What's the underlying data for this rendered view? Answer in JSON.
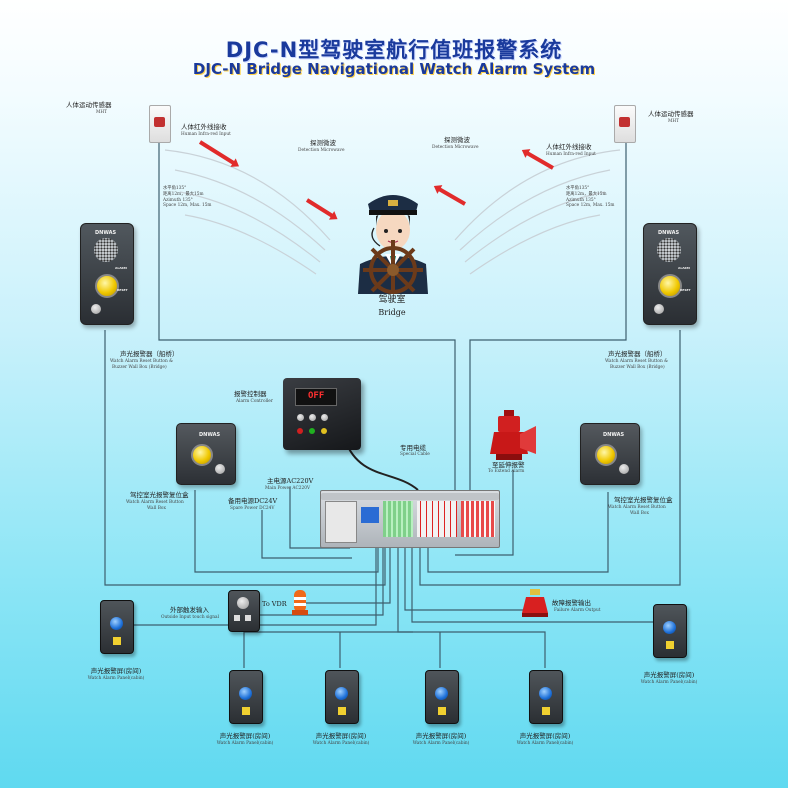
{
  "header": {
    "title_cn": "DJC-N型驾驶室航行值班报警系统",
    "title_en": "DJC-N Bridge Navigational Watch Alarm System"
  },
  "sensors": {
    "left_cn": "人体运动传感器",
    "left_en": "MHT",
    "right_cn": "人体运动传感器",
    "right_en": "MHT"
  },
  "infrared": {
    "left_cn": "人体红外线接收",
    "left_en": "Human Infra-red Input",
    "right_cn": "人体红外线接收",
    "right_en": "Human Infra-red Input"
  },
  "microwave": {
    "left_cn": "探测微波",
    "left_en": "Detection Microwave",
    "right_cn": "探测微波",
    "right_en": "Detection Microwave"
  },
  "spec_left": [
    "水平角135°",
    "距离12m，最大15m",
    "Azimuth 135°",
    "Space 12m, Max. 15m"
  ],
  "spec_right": [
    "水平角135°",
    "距离12m，最大15m",
    "Azimuth 135°",
    "Space 12m, Max. 15m"
  ],
  "bridge": {
    "cn": "驾驶室",
    "en": "Bridge"
  },
  "wall_box": {
    "left_cn": "声光报警器（船桥）",
    "left_en1": "Watch Alarm Reset Button &",
    "left_en2": "Buzzer Wall Box (Bridge)",
    "right_cn": "声光报警器（船桥）",
    "right_en1": "Watch Alarm Reset Button &",
    "right_en2": "Buzzer Wall Box (Bridge)",
    "brand": "DNWAS",
    "alarm_label": "ALARM",
    "reset_label": "RESET"
  },
  "controller": {
    "cn": "报警控制器",
    "en": "Alarm Controller",
    "display": "OFF"
  },
  "cable": {
    "cn": "专用电缆",
    "en": "Special Cable"
  },
  "reset_box": {
    "left_cn": "驾控室光报警复位盒",
    "left_en1": "Watch Alarm Reset Button",
    "left_en2": "Wall Box",
    "right_cn": "驾控室光报警复位盒",
    "right_en1": "Watch Alarm Reset Button",
    "right_en2": "Wall Box",
    "brand": "DNWAS"
  },
  "extend": {
    "cn": "至延伸报警",
    "en": "To Extend Alarm"
  },
  "power_main": {
    "cn": "主电源AC220V",
    "en": "Main Power AC220V"
  },
  "power_spare": {
    "cn": "备用电源DC24V",
    "en": "Spare Power DC24V"
  },
  "outside": {
    "cn": "外部触发输入",
    "en": "Outside Input touch signal"
  },
  "vdr": {
    "label": "To VDR"
  },
  "failure": {
    "cn": "故障报警输出",
    "en": "Failure Alarm Output"
  },
  "cabins": [
    {
      "cn": "声光报警屏(房间)",
      "en": "Watch Alarm Panel(cabin)"
    },
    {
      "cn": "声光报警屏(房间)",
      "en": "Watch Alarm Panel(cabin)"
    },
    {
      "cn": "声光报警屏(房间)",
      "en": "Watch Alarm Panel(cabin)"
    },
    {
      "cn": "声光报警屏(房间)",
      "en": "Watch Alarm Panel(cabin)"
    },
    {
      "cn": "声光报警屏(房间)",
      "en": "Watch Alarm Panel(cabin)"
    },
    {
      "cn": "声光报警屏(房间)",
      "en": "Watch Alarm Panel(cabin)"
    }
  ],
  "colors": {
    "wire": "#3d5f6f",
    "title": "#1a3a9c",
    "arrow": "#e12b2b"
  }
}
